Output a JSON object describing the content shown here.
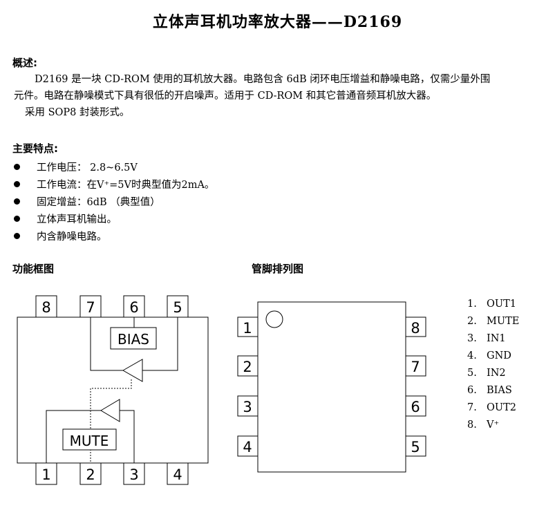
{
  "title": "立体声耳机功率放大器——D2169",
  "overview": {
    "heading": "概述:",
    "line1": "D2169 是一块 CD-ROM 使用的耳机放大器。电路包含 6dB 闭环电压增益和静噪电路，仅需少量外围",
    "line2": "元件。电路在静噪模式下具有很低的开启噪声。适用于 CD-ROM 和其它普通音频耳机放大器。",
    "line3": "采用 SOP8 封装形式。"
  },
  "features": {
    "heading": "主要特点:",
    "items": [
      "工作电压：  2.8~6.5V",
      "工作电流：在V⁺=5V时典型值为2mA。",
      "固定增益：6dB （典型值）",
      "立体声耳机输出。",
      "内含静噪电路。"
    ]
  },
  "block_diagram": {
    "heading": "功能框图",
    "top_pins": [
      "8",
      "7",
      "6",
      "5"
    ],
    "bottom_pins": [
      "1",
      "2",
      "3",
      "4"
    ],
    "bias_label": "BIAS",
    "mute_label": "MUTE"
  },
  "pin_diagram": {
    "heading": "管脚排列图",
    "left_pins": [
      "1",
      "2",
      "3",
      "4"
    ],
    "right_pins": [
      "8",
      "7",
      "6",
      "5"
    ]
  },
  "pin_list": [
    {
      "num": "1.",
      "name": "OUT1"
    },
    {
      "num": "2.",
      "name": "MUTE"
    },
    {
      "num": "3.",
      "name": "IN1"
    },
    {
      "num": "4.",
      "name": "GND"
    },
    {
      "num": "5.",
      "name": "IN2"
    },
    {
      "num": "6.",
      "name": "BIAS"
    },
    {
      "num": "7.",
      "name": "OUT2"
    },
    {
      "num": "8.",
      "name": "V⁺"
    }
  ]
}
